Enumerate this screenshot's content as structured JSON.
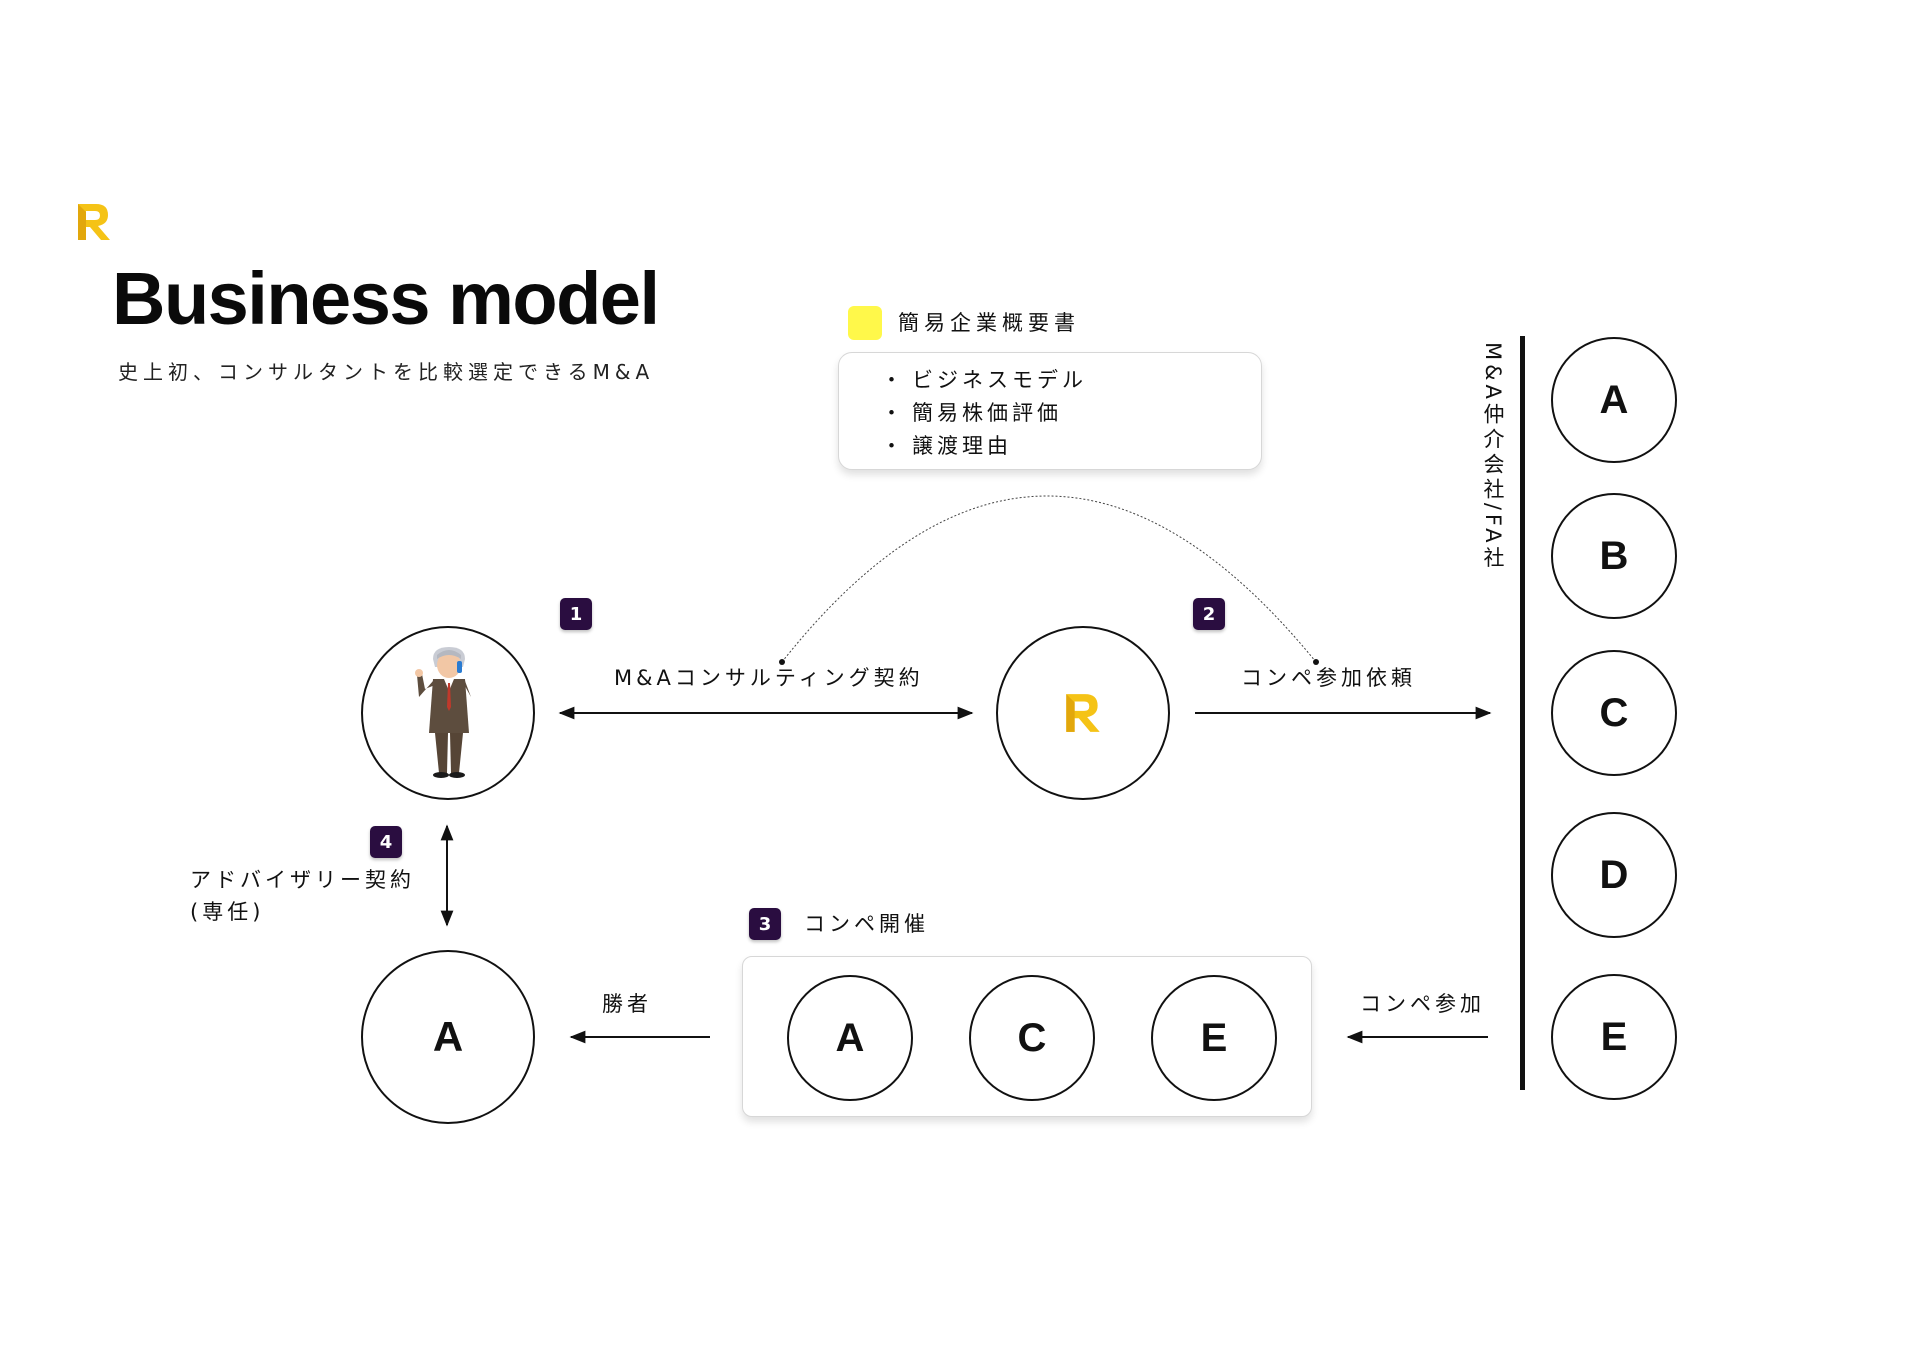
{
  "header": {
    "title": "Business model",
    "subtitle": "史上初、コンサルタントを比較選定できるM&A",
    "brand_color": "#f5c316"
  },
  "legend": {
    "label": "簡易企業概要書",
    "color": "#fff84a"
  },
  "summary": {
    "items": [
      "ビジネスモデル",
      "簡易株価評価",
      "譲渡理由"
    ],
    "bullet": "・"
  },
  "steps": [
    {
      "number": "1",
      "label": "M&Aコンサルティング契約"
    },
    {
      "number": "2",
      "label": "コンペ参加依頼"
    },
    {
      "number": "3",
      "label": "コンペ開催"
    },
    {
      "number": "4",
      "label": "アドバイザリー契約",
      "sublabel": "(専任)"
    }
  ],
  "nodes": {
    "client_icon": "businessman-on-phone-icon",
    "center_icon": "r-logo-icon",
    "winner": "A",
    "winner_label": "勝者"
  },
  "competition": {
    "participants": [
      "A",
      "C",
      "E"
    ],
    "join_label": "コンペ参加"
  },
  "firms": {
    "group_label": "M&A仲介会社/FA社",
    "items": [
      "A",
      "B",
      "C",
      "D",
      "E"
    ]
  }
}
